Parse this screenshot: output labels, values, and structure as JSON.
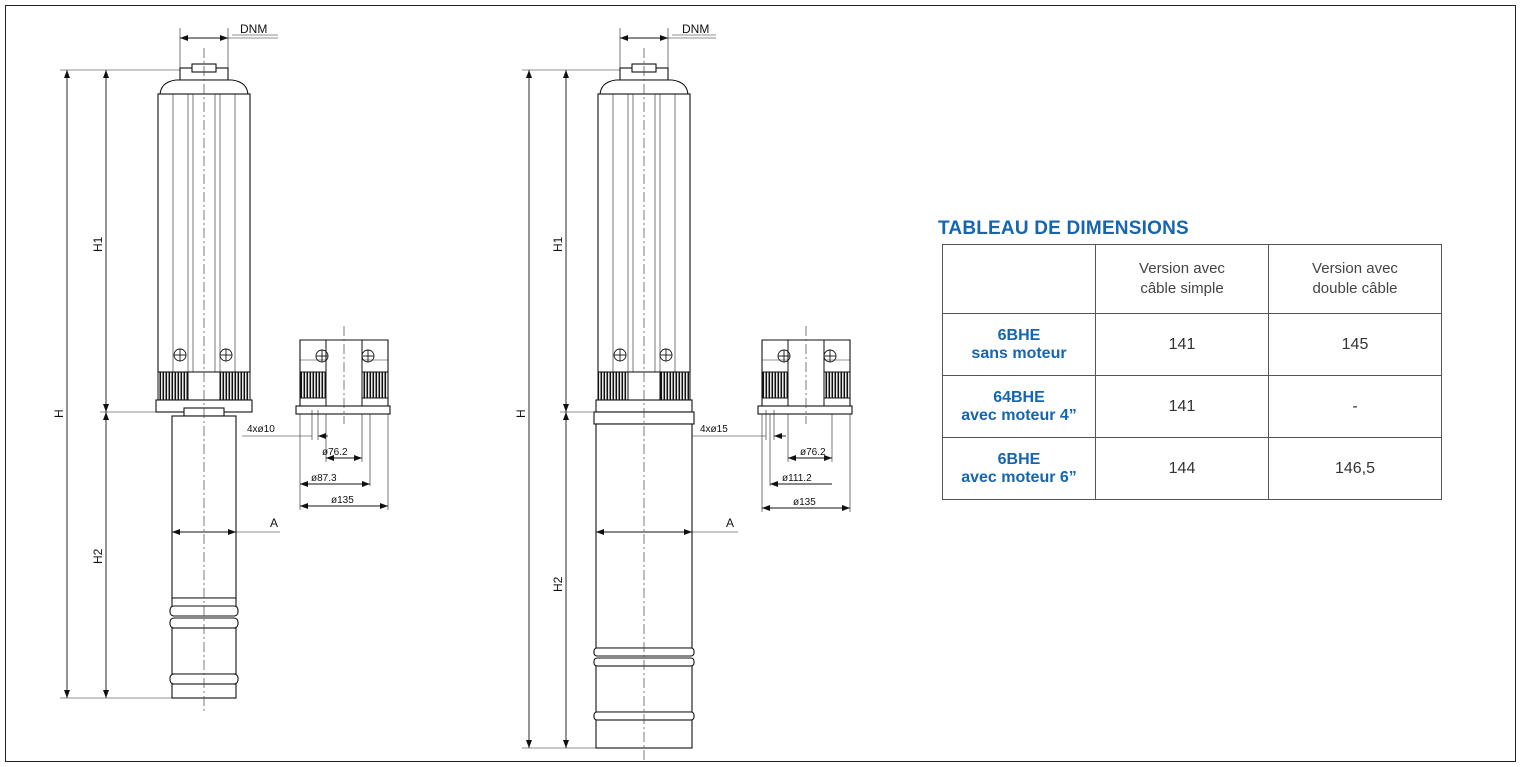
{
  "drawing": {
    "left_pump": {
      "labels": {
        "dnm": "DNM",
        "h": "H",
        "h1": "H1",
        "h2": "H2",
        "a": "A"
      },
      "detail": {
        "holes": "4xø10",
        "d1": "ø76.2",
        "d2": "ø87.3",
        "d3": "ø135"
      }
    },
    "right_pump": {
      "labels": {
        "dnm": "DNM",
        "h": "H",
        "h1": "H1",
        "h2": "H2",
        "a": "A"
      },
      "detail": {
        "holes": "4xø15",
        "d1": "ø76.2",
        "d2": "ø111.2",
        "d3": "ø135"
      }
    }
  },
  "table": {
    "title": "TABLEAU DE DIMENSIONS",
    "headers": [
      "",
      "Version avec\ncâble simple",
      "Version avec\ndouble câble"
    ],
    "rows": [
      {
        "label_line1": "6BHE",
        "label_line2": "sans moteur",
        "simple": "141",
        "double": "145"
      },
      {
        "label_line1": "64BHE",
        "label_line2": "avec moteur 4”",
        "simple": "141",
        "double": "-"
      },
      {
        "label_line1": "6BHE",
        "label_line2": "avec moteur 6”",
        "simple": "144",
        "double": "146,5"
      }
    ],
    "colors": {
      "title": "#1565b0",
      "row_label": "#1565b0",
      "border": "#555555"
    }
  }
}
